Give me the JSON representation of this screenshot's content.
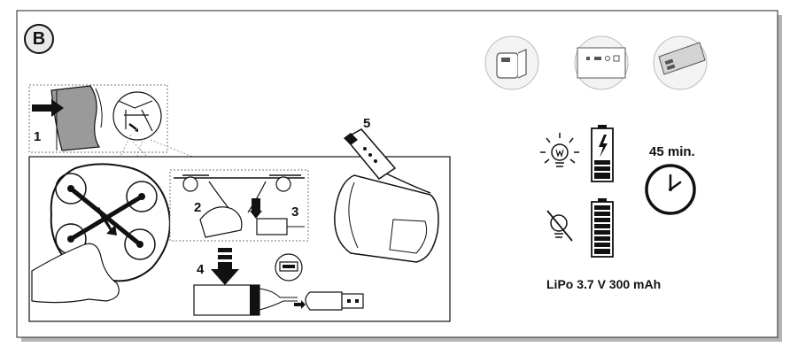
{
  "section_label": "B",
  "steps": [
    "1",
    "2",
    "3",
    "4",
    "5"
  ],
  "charge_time": "45 min.",
  "battery_spec": "LiPo 3.7 V 300 mAh",
  "icons": {
    "adapter": "usb-wall-adapter-icon",
    "computer": "computer-usb-port-icon",
    "powerbank": "power-bank-icon",
    "light_on": "light-on-icon",
    "light_off": "light-off-icon",
    "charging": "battery-charging-icon",
    "full": "battery-full-icon",
    "clock": "clock-icon"
  },
  "colors": {
    "ink": "#111111",
    "shadow": "#9a9a9a",
    "panel": "#f3f3f3"
  }
}
